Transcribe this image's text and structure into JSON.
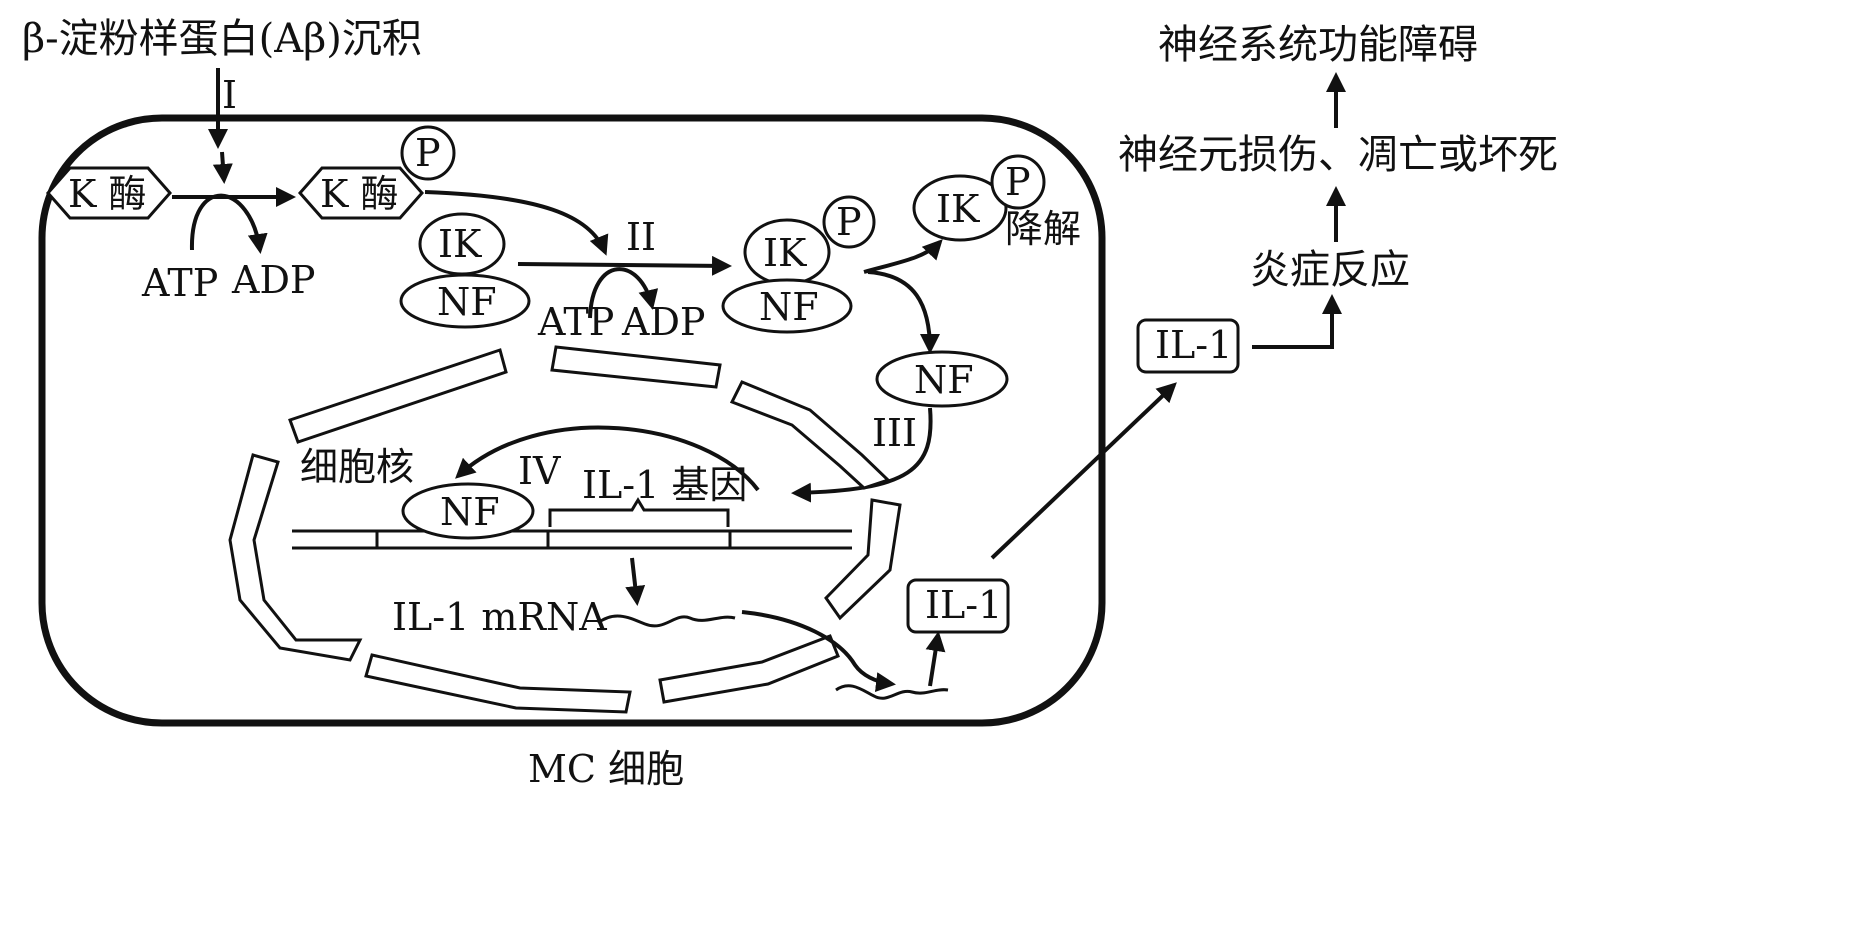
{
  "title": "β-淀粉样蛋白(Aβ)沉积",
  "cell_label": "MC 细胞",
  "nucleus_label": "细胞核",
  "step_labels": {
    "s1": "I",
    "s2": "II",
    "s3": "III",
    "s4": "IV"
  },
  "enzyme": {
    "k_label": "K 酶",
    "k_p_label": "K 酶",
    "phospho": "P"
  },
  "atp1": "ATP",
  "adp1": "ADP",
  "atp2": "ATP",
  "adp2": "ADP",
  "complex": {
    "ik": "IK",
    "nf": "NF"
  },
  "complex_p": {
    "ik": "IK",
    "nf": "NF",
    "phospho": "P"
  },
  "ik_deg": {
    "ik": "IK",
    "phospho": "P",
    "label": "降解"
  },
  "nf_free": "NF",
  "nf_bound": "NF",
  "gene_label": "IL-1 基因",
  "mrna_label": "IL-1 mRNA",
  "il1_inner": "IL-1",
  "il1_outer": "IL-1",
  "outcomes": {
    "inflammation": "炎症反应",
    "injury": "神经元损伤、凋亡或坏死",
    "dysfunction": "神经系统功能障碍"
  }
}
